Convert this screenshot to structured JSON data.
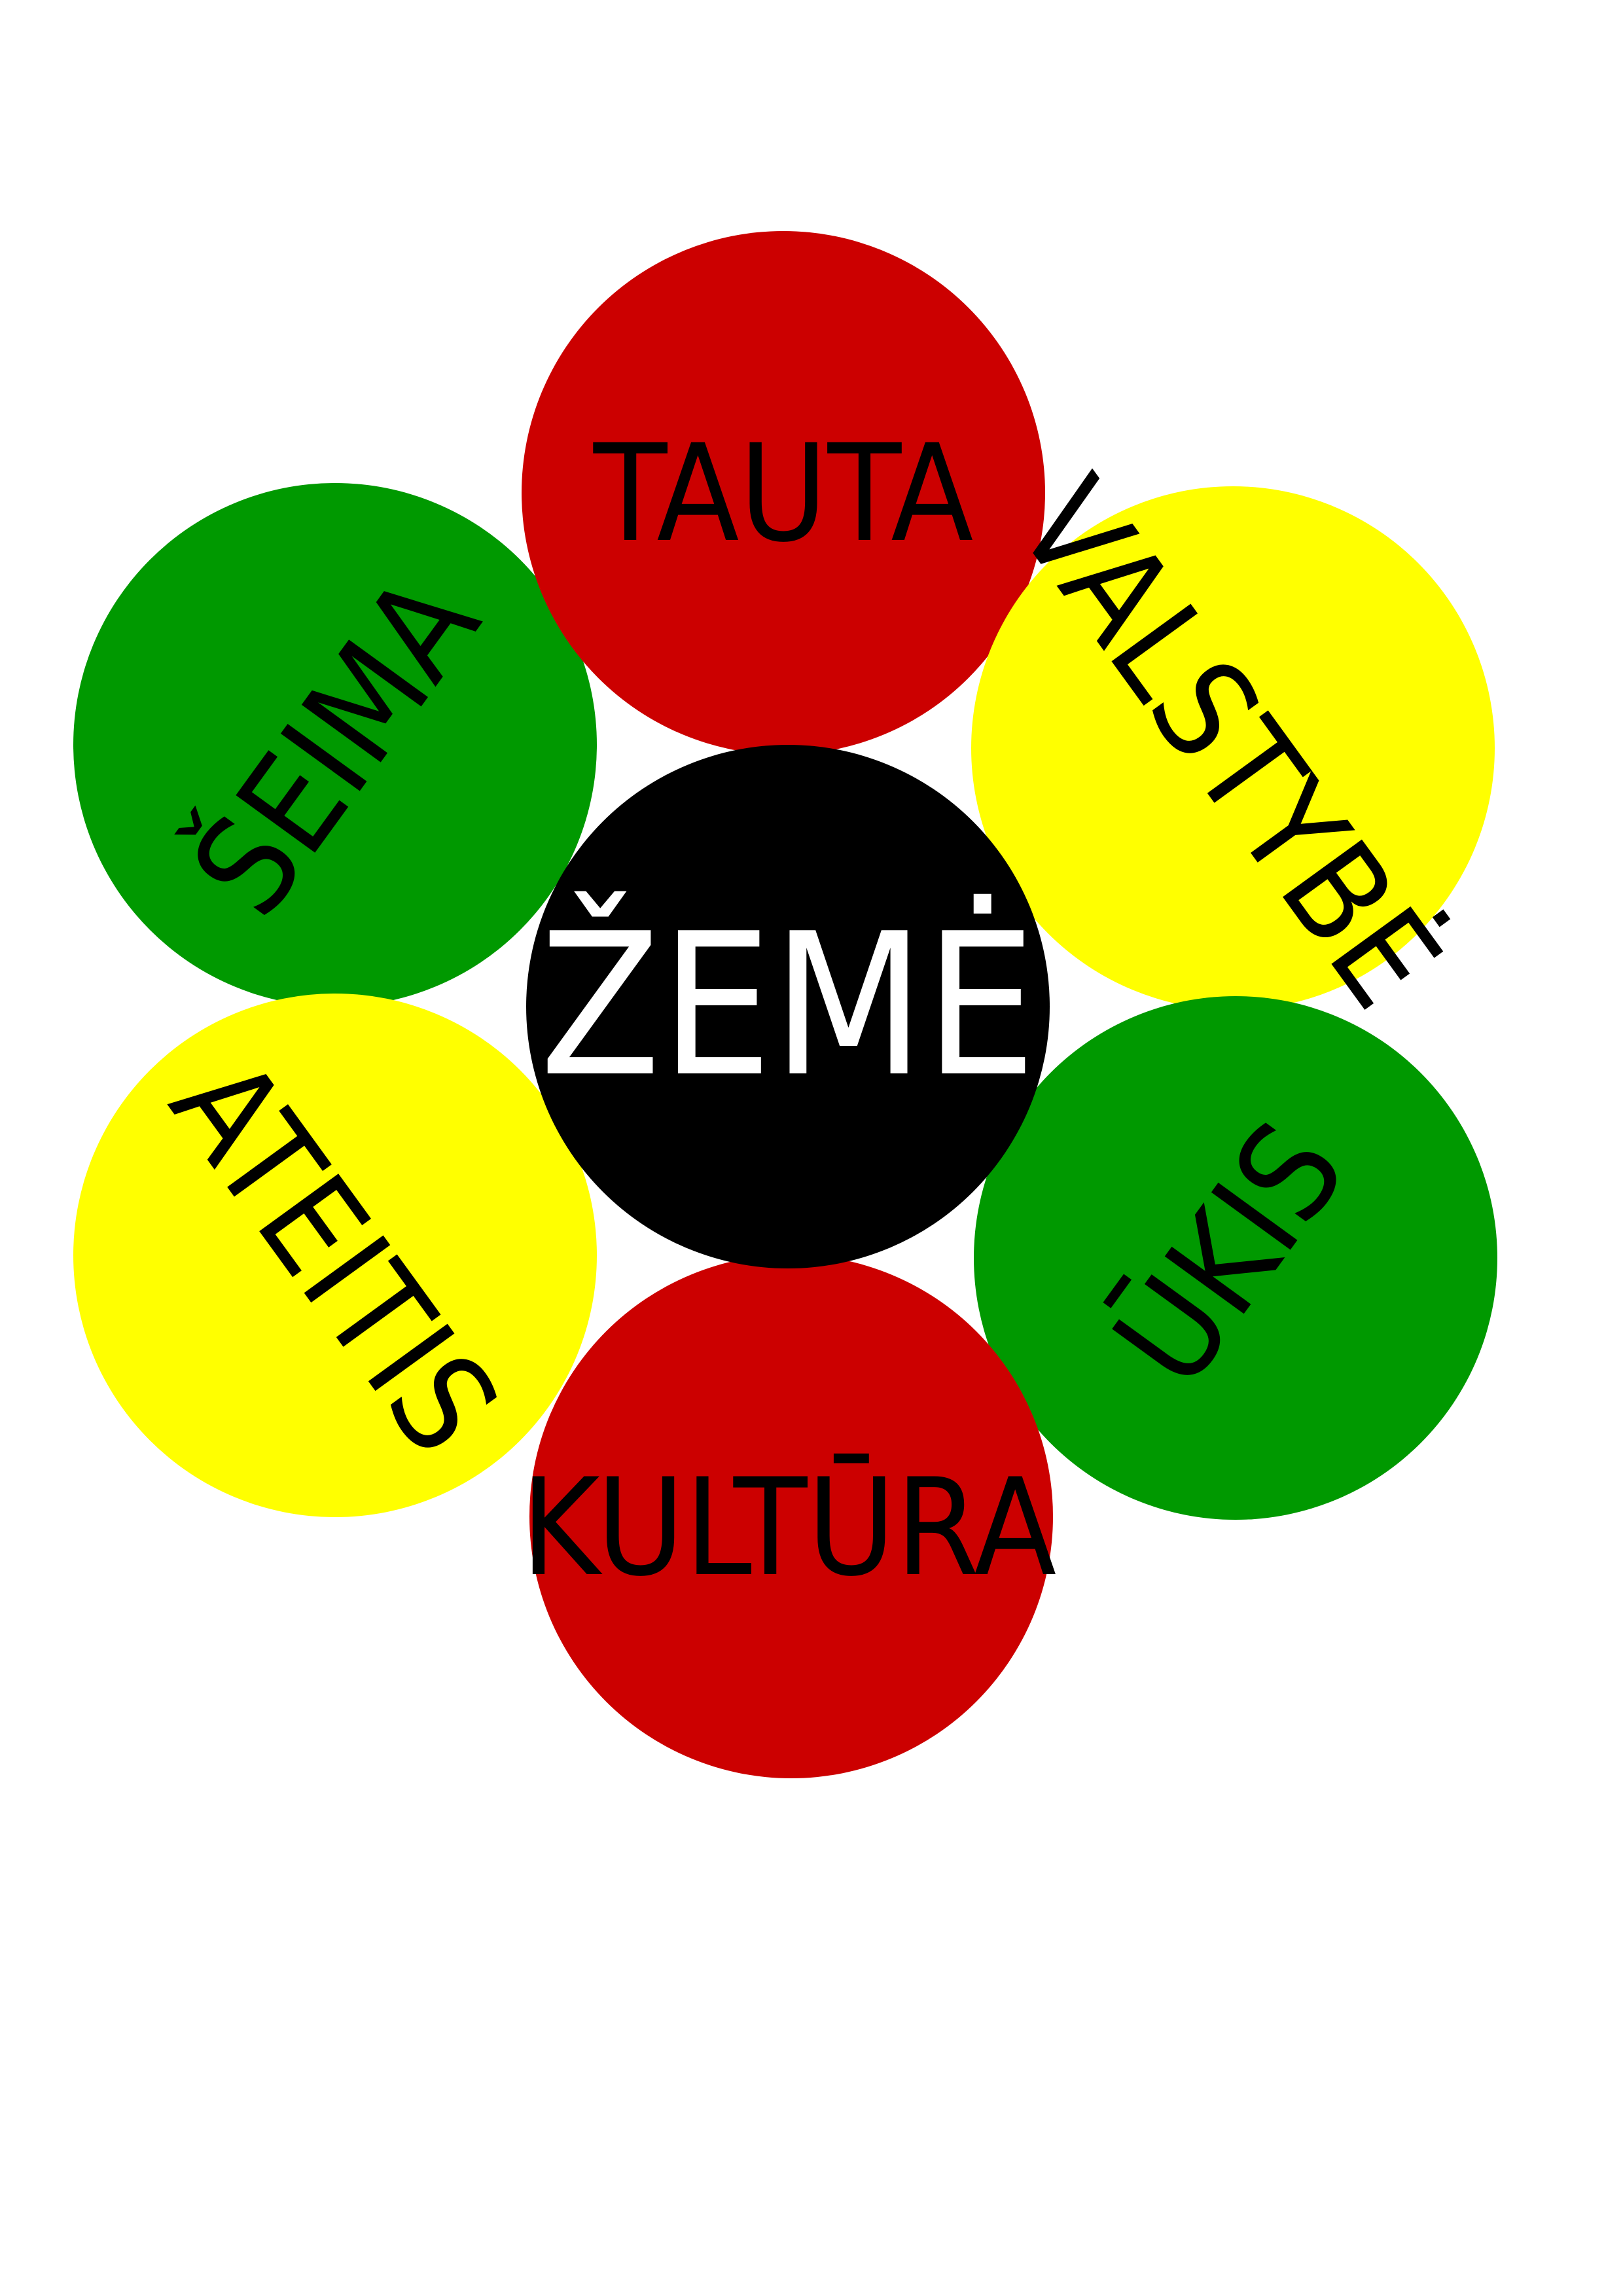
{
  "colors": {
    "red": "#cc0000",
    "green": "#009900",
    "yellow": "#ffff00",
    "center": "#000000",
    "outer_text": "#000000",
    "center_text": "#ffffff"
  },
  "center": {
    "label": "ŽEMĖ",
    "color": "#000000"
  },
  "circles": {
    "tauta": {
      "label": "TAUTA",
      "color": "#cc0000"
    },
    "valstybe": {
      "label": "VALSTYBĖ",
      "color": "#ffff00"
    },
    "ukis": {
      "label": "ŪKIS",
      "color": "#009900"
    },
    "kultura": {
      "label": "KULTŪRA",
      "color": "#cc0000"
    },
    "ateitis": {
      "label": "ATEITIS",
      "color": "#ffff00"
    },
    "seima": {
      "label": "ŠEIMA",
      "color": "#009900"
    }
  }
}
